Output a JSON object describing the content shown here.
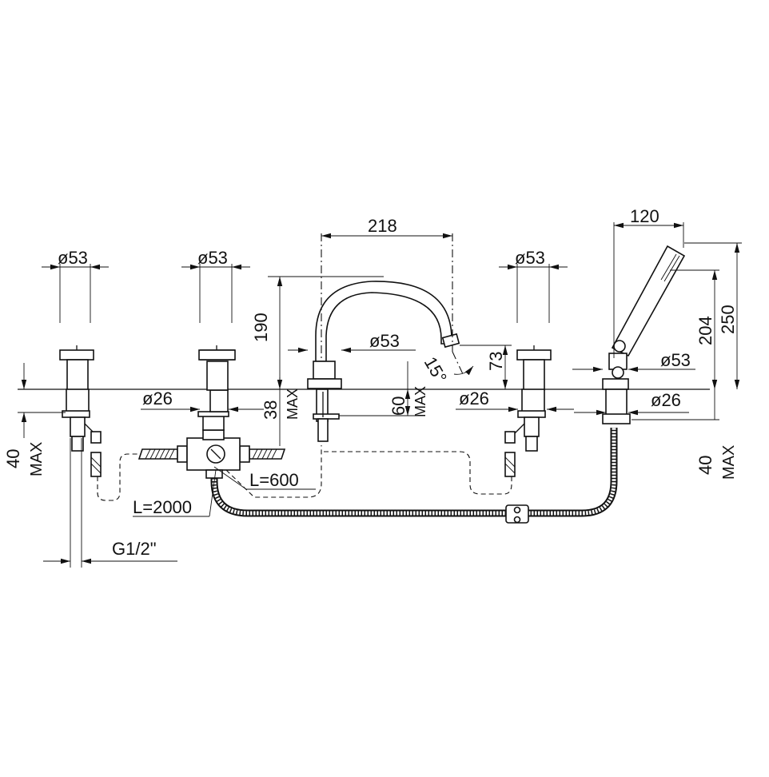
{
  "dimensions": {
    "d53_left": "ø53",
    "d53_center_left": "ø53",
    "d53_spout": "ø53",
    "d53_right": "ø53",
    "d53_shower": "ø53",
    "d26_left": "ø26",
    "d26_right": "ø26",
    "d26_shower": "ø26",
    "spout_reach": "218",
    "shower_reach": "120",
    "spout_height": "190",
    "spout_tip_height": "73",
    "angle": "15°",
    "shower_height_204": "204",
    "shower_height_250": "250",
    "under_38": "38",
    "under_60": "60",
    "max_38": "MAX",
    "max_60": "MAX",
    "left_40": "40",
    "left_40_max": "MAX",
    "right_40": "40",
    "right_40_max": "MAX",
    "hose_600": "L=600",
    "hose_2000": "L=2000",
    "thread": "G1/2\""
  }
}
